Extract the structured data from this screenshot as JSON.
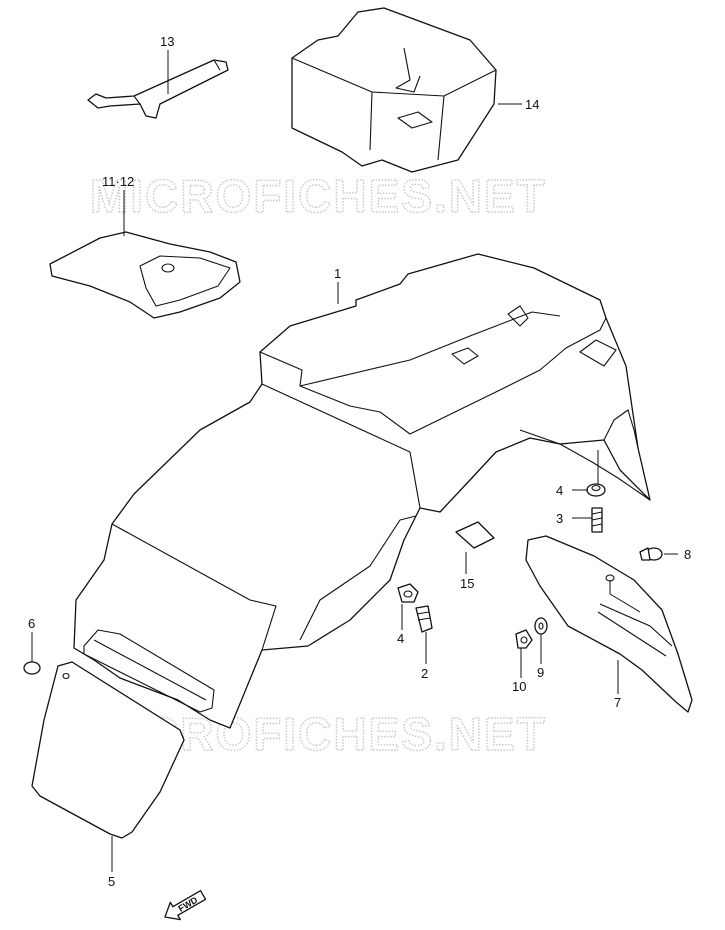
{
  "watermarks": [
    "MICROFICHES.NET",
    "MICROFICHES.NET"
  ],
  "fwd_label": "FWD",
  "callouts": [
    "1",
    "2",
    "3",
    "4",
    "4",
    "5",
    "6",
    "7",
    "8",
    "9",
    "10",
    "11·12",
    "13",
    "14",
    "15"
  ]
}
